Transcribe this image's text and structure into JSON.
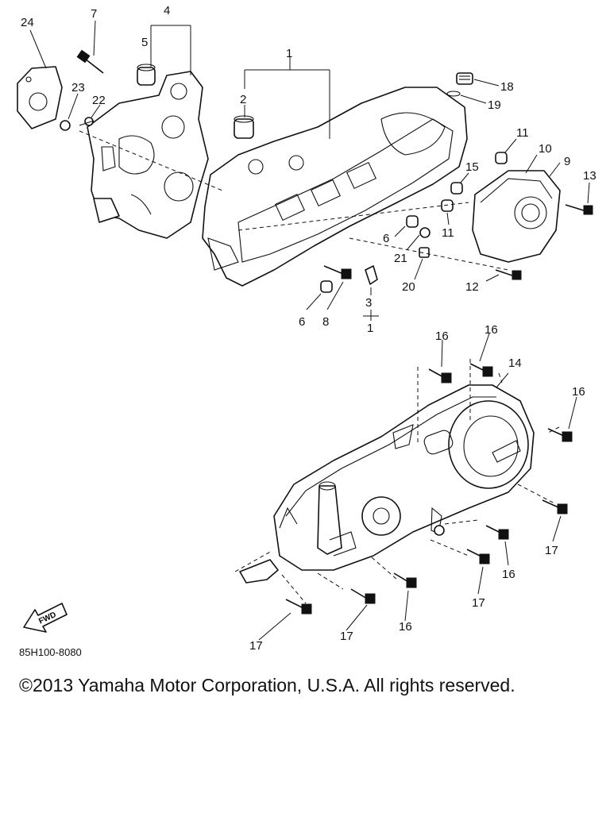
{
  "diagram": {
    "title": "",
    "code": "85H100-8080",
    "copyright": "©2013 Yamaha Motor Corporation, U.S.A. All rights reserved.",
    "fwd_label": "FWD"
  },
  "callouts": {
    "c1": "1",
    "c2": "2",
    "c3": "3",
    "c4": "4",
    "c5": "5",
    "c6a": "6",
    "c6b": "6",
    "c7": "7",
    "c8": "8",
    "c9": "9",
    "c10": "10",
    "c11a": "11",
    "c11b": "11",
    "c12": "12",
    "c13": "13",
    "c14": "14",
    "c15": "15",
    "c16a": "16",
    "c16b": "16",
    "c16c": "16",
    "c16d": "16",
    "c16e": "16",
    "c17a": "17",
    "c17b": "17",
    "c17c": "17",
    "c17d": "17",
    "c18": "18",
    "c19": "19",
    "c20": "20",
    "c21": "21",
    "c22": "22",
    "c23": "23",
    "c24": "24",
    "c3sub": "1"
  }
}
